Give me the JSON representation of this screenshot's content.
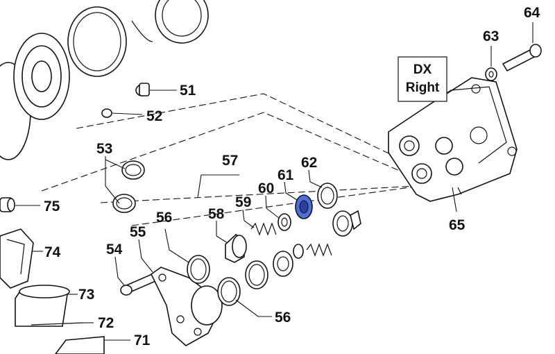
{
  "diagram": {
    "highlight_color": "#4f6fe0",
    "direction_box": {
      "line1": "DX",
      "line2": "Right"
    },
    "callouts": {
      "c51": "51",
      "c52": "52",
      "c53": "53",
      "c54": "54",
      "c55": "55",
      "c56a": "56",
      "c56b": "56",
      "c57": "57",
      "c58": "58",
      "c59": "59",
      "c60": "60",
      "c61": "61",
      "c62": "62",
      "c63": "63",
      "c64": "64",
      "c65": "65",
      "c71": "71",
      "c72": "72",
      "c73": "73",
      "c74": "74",
      "c75": "75"
    },
    "highlighted_part": "61"
  }
}
